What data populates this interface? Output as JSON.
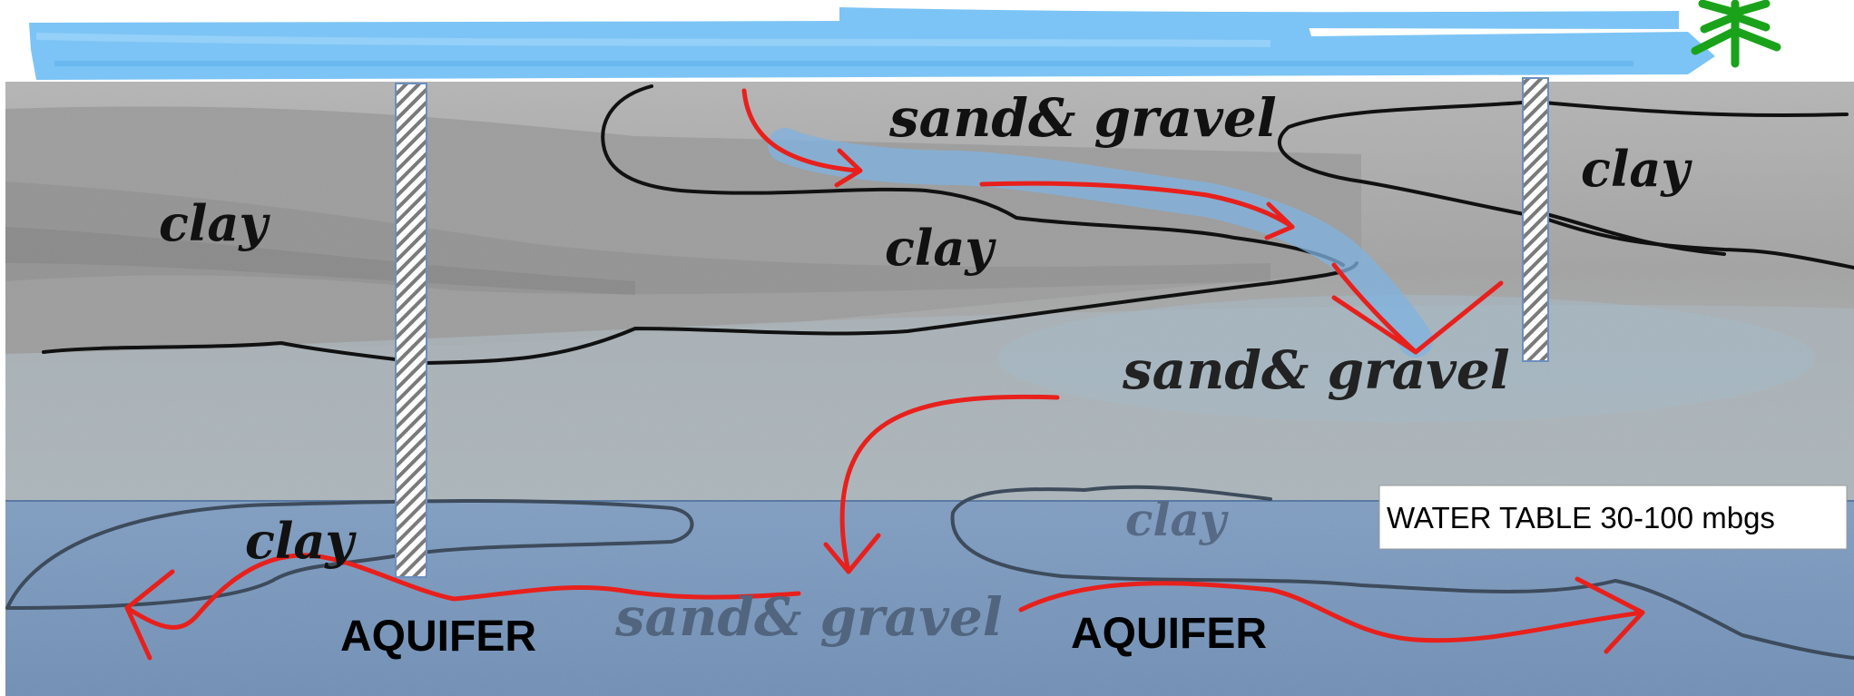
{
  "labels": {
    "clay_left": "clay",
    "sand_gravel_top": "sand& gravel",
    "clay_mid": "clay",
    "clay_right": "clay",
    "sand_gravel_mid": "sand& gravel",
    "clay_aquifer_left": "clay",
    "clay_aquifer_right": "clay",
    "sand_gravel_aquifer": "sand& gravel",
    "aquifer_left": "AQUIFER",
    "aquifer_right": "AQUIFER"
  },
  "water_table": {
    "label": "WATER TABLE 30-100 mbgs"
  },
  "colors": {
    "surface_water": "#7cc4f5",
    "tree": "#1aa31a",
    "soil": "#a9a9a9",
    "soil_dark": "#8e8e8e",
    "sand_blue": "#9db0bb",
    "aquifer": "#6e8fb8",
    "contaminant_flow": "#e8201c",
    "plume": "#7fb3e0",
    "contact_line": "#111111",
    "well_casing": "#ffffff",
    "well_hatch": "#777777"
  },
  "icons": [
    "tree-icon",
    "well-left",
    "well-right"
  ]
}
